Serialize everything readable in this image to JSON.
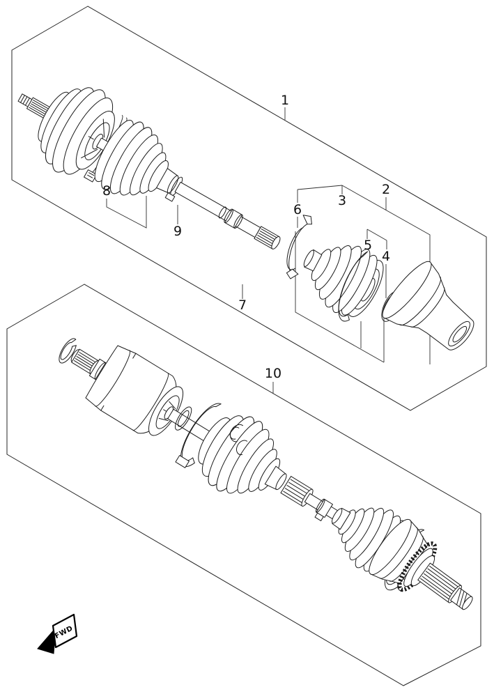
{
  "figure": {
    "fwd_marker": "FWD",
    "colors": {
      "line": "#1b1b1b",
      "background": "#ffffff",
      "marker_fill": "#000000"
    },
    "callouts": [
      {
        "id": 1,
        "label": "1"
      },
      {
        "id": 2,
        "label": "2"
      },
      {
        "id": 3,
        "label": "3"
      },
      {
        "id": 4,
        "label": "4"
      },
      {
        "id": 5,
        "label": "5"
      },
      {
        "id": 6,
        "label": "6"
      },
      {
        "id": 7,
        "label": "7"
      },
      {
        "id": 8,
        "label": "8"
      },
      {
        "id": 9,
        "label": "9"
      },
      {
        "id": 10,
        "label": "10"
      }
    ]
  }
}
